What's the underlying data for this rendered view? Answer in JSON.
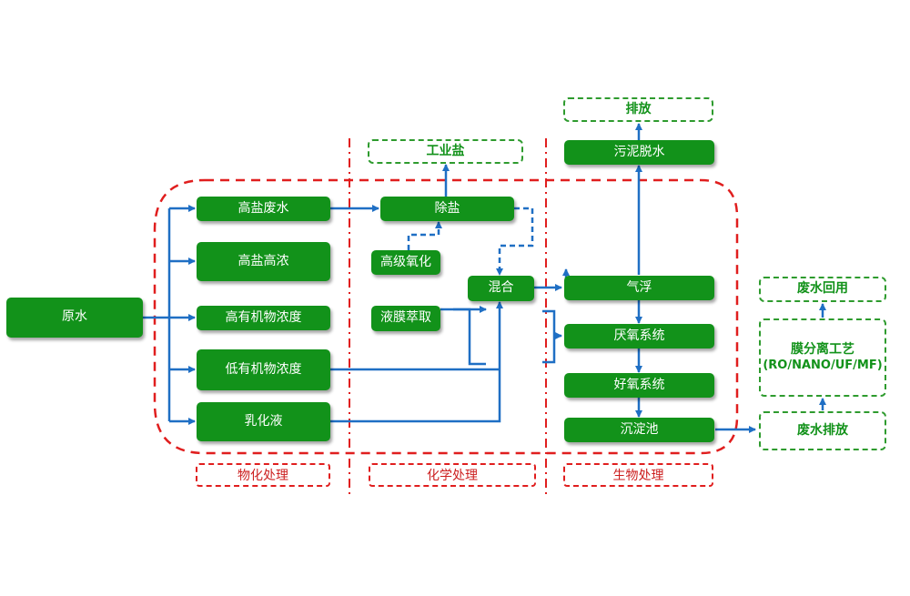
{
  "colors": {
    "node_fill": "#12921a",
    "node_text": "#ffffff",
    "outline_green": "#2e9b2e",
    "arrow_blue": "#1f6fc4",
    "dash_red": "#e01e1e"
  },
  "nodes": {
    "raw_water": "原水",
    "high_salt_wastewater": "高盐废水",
    "high_salt_concentrate": "高盐高浓",
    "high_organic": "高有机物浓度",
    "low_organic": "低有机物浓度",
    "emulsion": "乳化液",
    "desalination": "除盐",
    "industrial_salt": "工业盐",
    "advanced_oxidation": "高级氧化",
    "liquid_membrane_extraction": "液膜萃取",
    "mixing": "混合",
    "discharge_top": "排放",
    "sludge_dewatering": "污泥脱水",
    "air_flotation": "气浮",
    "anaerobic_system": "厌氧系统",
    "aerobic_system": "好氧系统",
    "sedimentation_tank": "沉淀池",
    "wastewater_reuse": "废水回用",
    "membrane_separation_line1": "膜分离工艺",
    "membrane_separation_line2": "(RO/NANO/UF/MF)",
    "wastewater_discharge": "废水排放"
  },
  "stage_labels": {
    "physical": "物化处理",
    "chemical": "化学处理",
    "biological": "生物处理"
  }
}
